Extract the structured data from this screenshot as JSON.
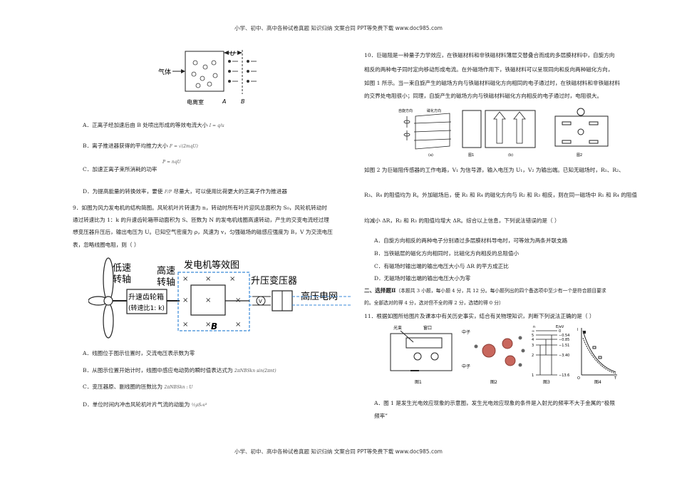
{
  "header": "小学、初中、高中各种试卷真题  知识归纳  文案合同  PPT等免费下载    www.doc985.com",
  "footer": "小学、初中、高中各种试卷真题  知识归纳  文案合同  PPT等免费下载    www.doc985.com",
  "fig_ion": {
    "gas": "气体",
    "chamber": "电离室",
    "A": "A",
    "B": "B",
    "U": "U"
  },
  "q8": {
    "optA": "A．正离子经加速后由 B 处喷出形成的等效电流大小",
    "optA_formula": "I = q/u",
    "optB": "B．离子推进器获得的平均推力大小",
    "optB_formula": "F = √(2mqU)",
    "optC": "C．加速正离子束所消耗的功率",
    "optC_formula": "P = nqU",
    "optD_pre": "D．为提高能量的转换效率，要使",
    "optD_formula": "F/P",
    "optD_post": "尽量大，可以使用比荷更大的正离子作为推进器"
  },
  "q9": {
    "lines": [
      "9．如图为风力发电机的结构简图。风轮机叶片转速为 n，转动时所有叶片迎风总面积为 S₀，风轮机转动时",
      "通过转速比为 1：k 的升速齿轮箱带动面积为 S、匝数为 N 的发电机线圈高速转动，产生的交变电流经过理",
      "想变压器升压后，输出电压为 U。已知空气密度为 ρ，风速为 v，匀强磁场的磁感应强度为 B，V 为交流电压",
      "表，忽略线圈电阻，则（      ）"
    ],
    "fig": {
      "low_speed": "低速",
      "low_shaft": "转轴",
      "high_speed": "高速",
      "high_shaft": "转轴",
      "gen_title": "发电机等效图",
      "gearbox": "升速齿轮箱",
      "ratio": "(转速比1: k)",
      "step_up": "升压变压器",
      "grid": "高压电网",
      "B": "B",
      "V": "V"
    },
    "optA": "A．线圈位于图示位置时，交流电压表示数为零",
    "optB": "B．从图示位置开始计时，线圈中感应电动势的瞬时值表达式为",
    "optB_formula": "2πNBSkn sin(2πnt)",
    "optC": "C．变压器原、副线圈的匝数比为",
    "optC_formula": "2πNBSkn : U",
    "optD": "D．单位时间内冲击风轮机叶片气流的动能为",
    "optD_formula": "½ρS₀v³"
  },
  "q10": {
    "lines": [
      "10．巨磁阻是一种量子力学效应，在铁磁材料和非铁磁材料薄层交替叠合而成的多层膜材料中，自旋方向",
      "相反的两种电子同时定向移动形成电流。在外磁场作用下，铁磁材料可以呈现同向和反向两种磁化方向，",
      "如图 1 所示。当一束自旋产生的磁场方向与铁磁材料磁化方向相同的电子通过时，在铁磁材料和非铁磁材料",
      "的交界处电阻很小；同理，自旋产生的磁场方向与铁磁材料磁化方向相反的电子通过时，电阻很大。"
    ],
    "fig": {
      "spin": "自旋方向",
      "mag": "磁化方向",
      "a": "(a)",
      "b": "(b)",
      "fig1": "图1",
      "fig2": "图2"
    },
    "line5": "如图 2 为巨磁阻传感器的工作电路，V₁ 为信号源，输入电压为 U₁，V₂ 为输出端。已知无磁场时，R₁、R₂、",
    "line6": "R₃、R₄ 的阻值均为 R。外加磁场后，使 R₁ 和 R₄ 的磁化方向与 R₂ 和 R₃ 相反，则在同一磁场中 R₁ 和 R₄ 的阻值",
    "line7": "均减小 ΔR，R₂ 和 R₃ 的阻值均增大 ΔR。综合以上信息，下列说法错误的是（      ）",
    "optA": "A．自旋方向相反的两种电子分别通过多层膜材料导电时，可等效为两条并联支路",
    "optB": "B．当铁磁层的磁化方向相同时，比磁化方向相反的总阻值小",
    "optC": "C．有磁场时输出端的输出电压大小与 ΔR 的平方成正比",
    "optD": "D．无磁场时输出端的输出电压大小为零"
  },
  "sec2": {
    "title": "二、选择题Ⅱ",
    "desc": "（本题共 3 小题，每小题 4 分，共 12 分。每小题列出的四个备选项中至少有一个是符合题目要求",
    "desc2": "的。全部选对的得 4 分，选对但不全的得 2 分，选错的得 0 分）"
  },
  "q11": {
    "stem": "11．根据如图所给图片及课本中有关历史事实，结合有关物理知识，判断下列说法正确的是（      ）",
    "fig": {
      "light": "光束",
      "window": "窗口",
      "neutron1": "中子",
      "neutron2": "中子",
      "captions": [
        "图1",
        "图2",
        "图3",
        "图4"
      ],
      "levels": [
        "∞",
        "5",
        "4",
        "3",
        "2",
        "1"
      ],
      "energies": [
        "0",
        "−0.54",
        "−0.85",
        "−1.51",
        "−3.40",
        "−13.6"
      ],
      "eunit": "E/eV",
      "n": "n",
      "T": "T",
      "O": "O",
      "ylabel": "I"
    },
    "optA": "A．图 1 是发生光电效应现象的示意图，发生光电效应现象的条件是入射光的频率不大于金属的“极限",
    "optA2": "频率”"
  }
}
